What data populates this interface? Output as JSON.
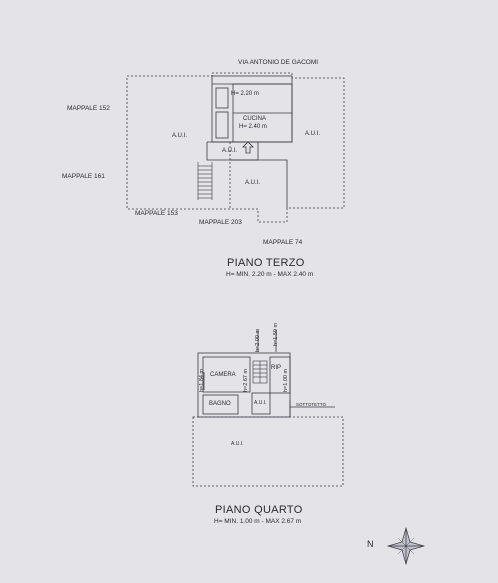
{
  "labels": {
    "street": "VIA ANTONIO DE GACOMI",
    "mappale_152": "MAPPALE 152",
    "mappale_161": "MAPPALE 161",
    "mappale_153": "MAPPALE 153",
    "mappale_203": "MAPPALE 203",
    "mappale_74": "MAPPALE 74",
    "aui": "A.U.I.",
    "aui_small": "A.U.I.",
    "h_220": "H= 2.20 m",
    "cucina": "CUCINA",
    "h_240": "H= 2.40 m",
    "camera": "CAMERA",
    "bagno": "BAGNO",
    "rip": "RIP",
    "h_150": "h=1.50 m",
    "h_200": "h=2.00 m",
    "h_184": "h=1.84 m",
    "h_267": "h=2.67 m",
    "h_100": "h=1.00 m",
    "sottotetto": "SOTTOTETTO",
    "north": "N"
  },
  "floors": {
    "terzo": {
      "title": "PIANO TERZO",
      "heights": "H= MIN. 2.20 m - MAX 2.40 m"
    },
    "quarto": {
      "title": "PIANO QUARTO",
      "heights": "H= MIN. 1.00 m - MAX 2.67 m"
    }
  }
}
